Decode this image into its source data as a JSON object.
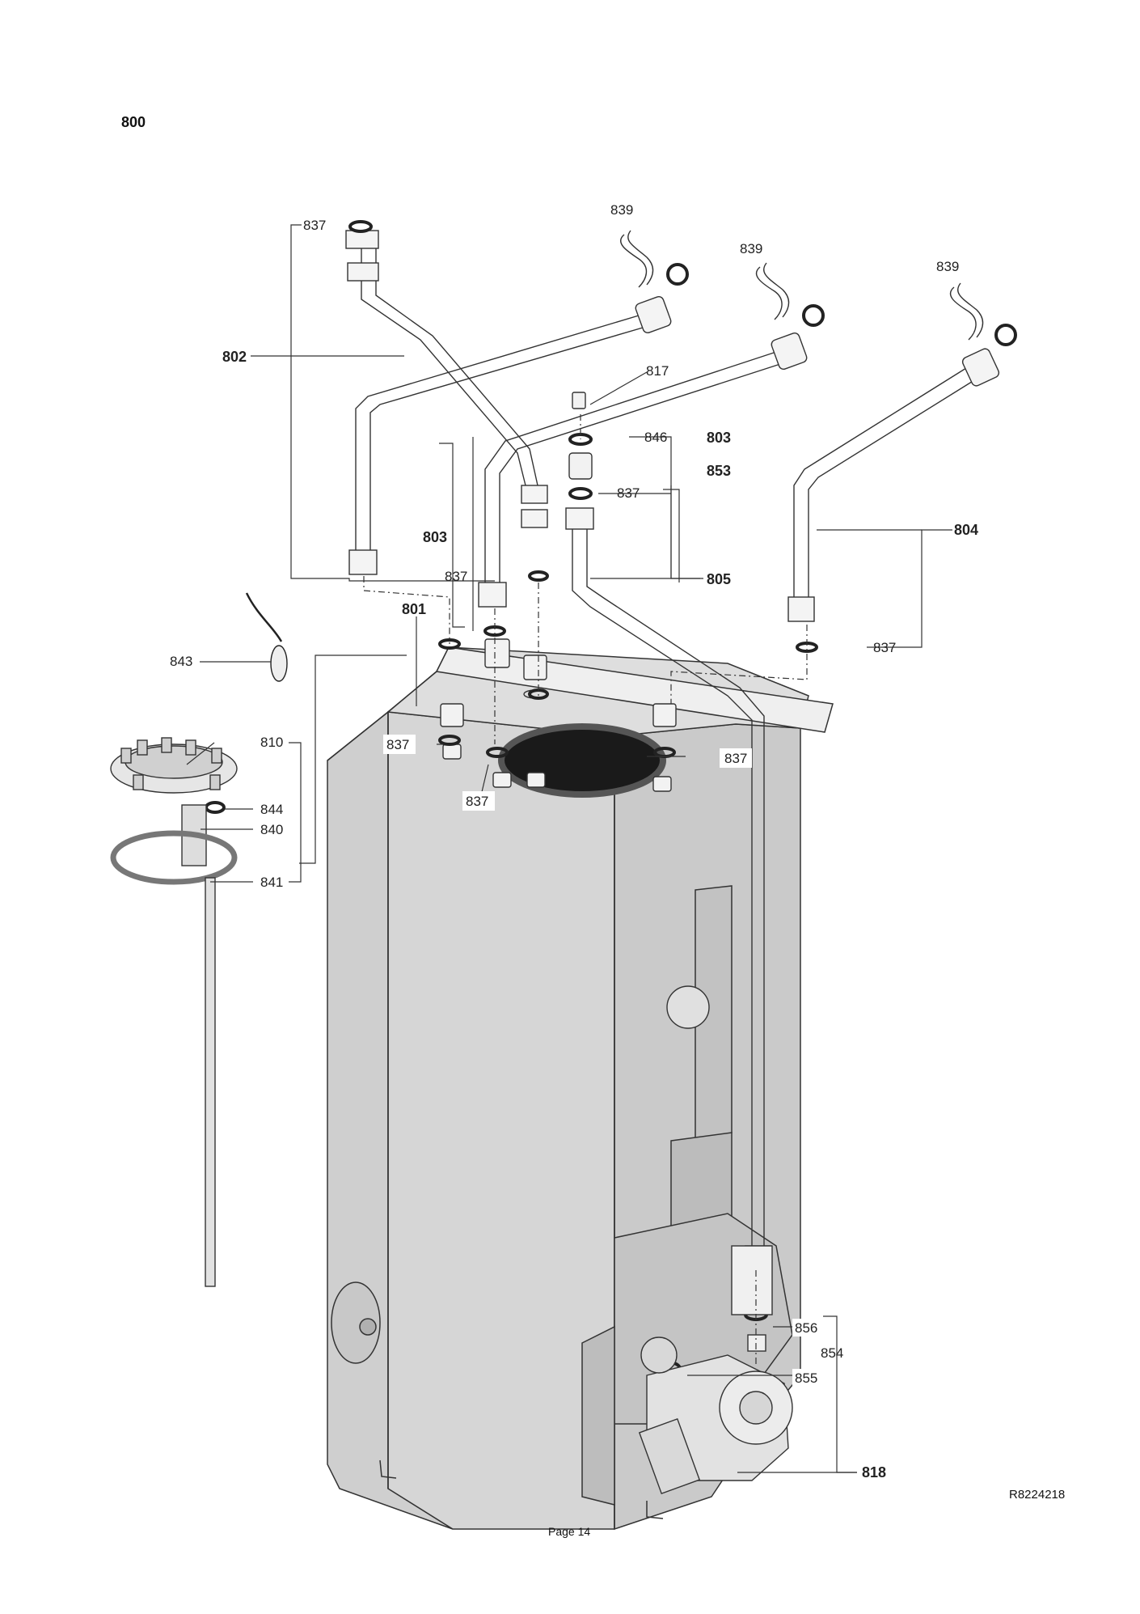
{
  "page": {
    "section_number": "800",
    "footer_page": "Page 14",
    "drawing_ref": "R8224218"
  },
  "callouts": {
    "c837_top": "837",
    "c839_a": "839",
    "c839_b": "839",
    "c839_c": "839",
    "c802": "802",
    "c817": "817",
    "c846": "846",
    "c803_right": "803",
    "c853": "853",
    "c837_mid": "837",
    "c803_left": "803",
    "c804": "804",
    "c837_center": "837",
    "c805": "805",
    "c801": "801",
    "c843": "843",
    "c837_far_right": "837",
    "c810": "810",
    "c837_tank_left": "837",
    "c837_tank_right": "837",
    "c837_tank_bottom": "837",
    "c844": "844",
    "c840": "840",
    "c841": "841",
    "c856": "856",
    "c854": "854",
    "c855": "855",
    "c818": "818"
  },
  "colors": {
    "tank_fill": "#d4d4d4",
    "tank_dark": "#bdbdbd",
    "line": "#333333",
    "pipe_fill": "#eeeeee",
    "opening": "#1a1a1a"
  }
}
